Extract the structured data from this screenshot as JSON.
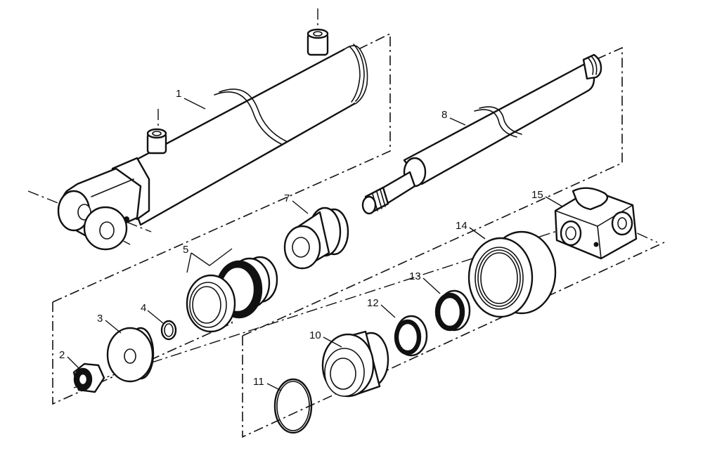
{
  "callouts": {
    "c1": "1",
    "c2": "2",
    "c3": "3",
    "c4": "4",
    "c5": "5",
    "c7": "7",
    "c8": "8",
    "c10": "10",
    "c11": "11",
    "c12": "12",
    "c13": "13",
    "c14": "14",
    "c15": "15"
  }
}
